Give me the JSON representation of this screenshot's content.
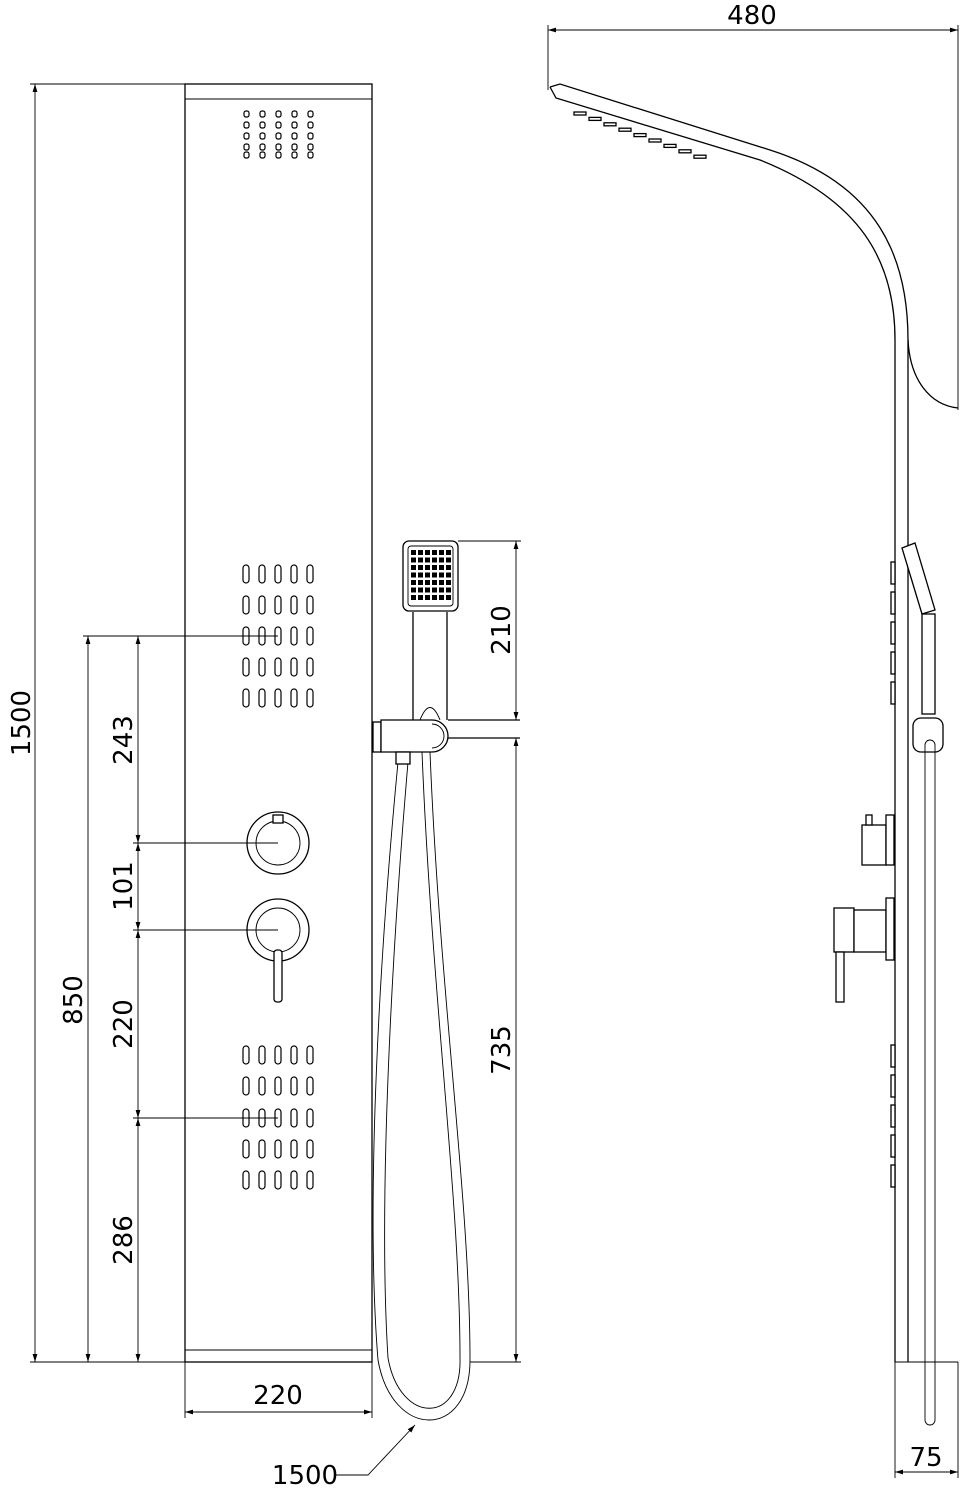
{
  "dimensions": {
    "total_height": "1500",
    "lower_height": "850",
    "upper_nozzle_to_knob": "243",
    "knob_spacing": "101",
    "knob_to_lower_nozzle": "220",
    "lower_nozzle_to_floor": "286",
    "panel_width": "220",
    "hand_shower_length": "210",
    "holder_height": "735",
    "hose_length": "1500",
    "overhead_projection": "480",
    "panel_depth": "75"
  }
}
